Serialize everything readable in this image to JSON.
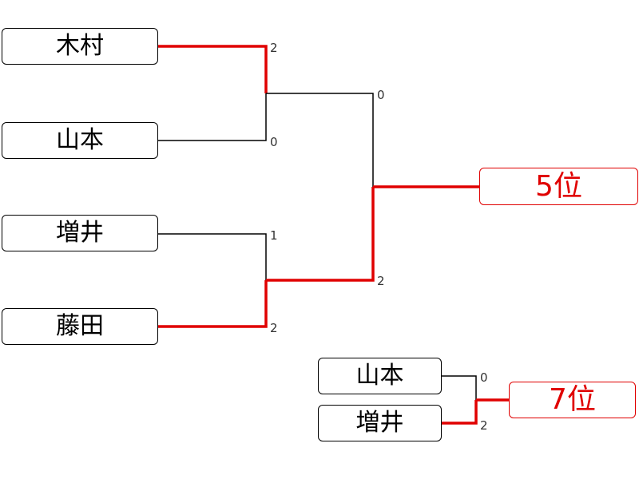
{
  "bracket_main": {
    "players": [
      "木村",
      "山本",
      "増井",
      "藤田"
    ],
    "scores": [
      "2",
      "0",
      "1",
      "2",
      "0",
      "2"
    ],
    "result": "5位"
  },
  "bracket_sub": {
    "players": [
      "山本",
      "増井"
    ],
    "scores": [
      "0",
      "2"
    ],
    "result": "7位"
  },
  "colors": {
    "winner_line": "#e00000",
    "loser_line": "#000000",
    "result_text": "#e00000",
    "box_border": "#000000"
  }
}
